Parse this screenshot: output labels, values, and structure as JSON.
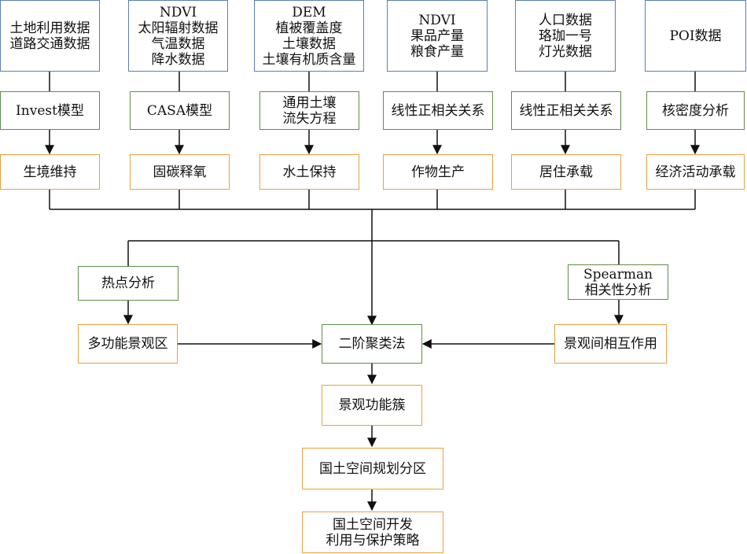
{
  "columns": [
    {
      "data": [
        "土地利用数据",
        "道路交通数据"
      ],
      "model": [
        "Invest模型"
      ],
      "service": "生境维持"
    },
    {
      "data": [
        "NDVI",
        "太阳辐射数据",
        "气温数据",
        "降水数据"
      ],
      "model": [
        "CASA模型"
      ],
      "service": "固碳释氧"
    },
    {
      "data": [
        "DEM",
        "植被覆盖度",
        "土壤数据",
        "土壤有机质含量"
      ],
      "model": [
        "通用土壤",
        "流失方程"
      ],
      "service": "水土保持"
    },
    {
      "data": [
        "NDVI",
        "果品产量",
        "粮食产量"
      ],
      "model": [
        "线性正相关关系"
      ],
      "service": "作物生产"
    },
    {
      "data": [
        "人口数据",
        "珞珈一号",
        "灯光数据"
      ],
      "model": [
        "线性正相关关系"
      ],
      "service": "居住承载"
    },
    {
      "data": [
        "POI数据"
      ],
      "model": [
        "核密度分析"
      ],
      "service": "经济活动承载"
    }
  ],
  "hotspot": {
    "label": "热点分析",
    "result": "多功能景观区"
  },
  "spearman": {
    "label": [
      "Spearman",
      "相关性分析"
    ],
    "result": "景观间相互作用"
  },
  "cluster": "二阶聚类法",
  "bundles": "景观功能簇",
  "zoning": "国土空间规划分区",
  "strategy": [
    "国土空间开发",
    "利用与保护策略"
  ]
}
